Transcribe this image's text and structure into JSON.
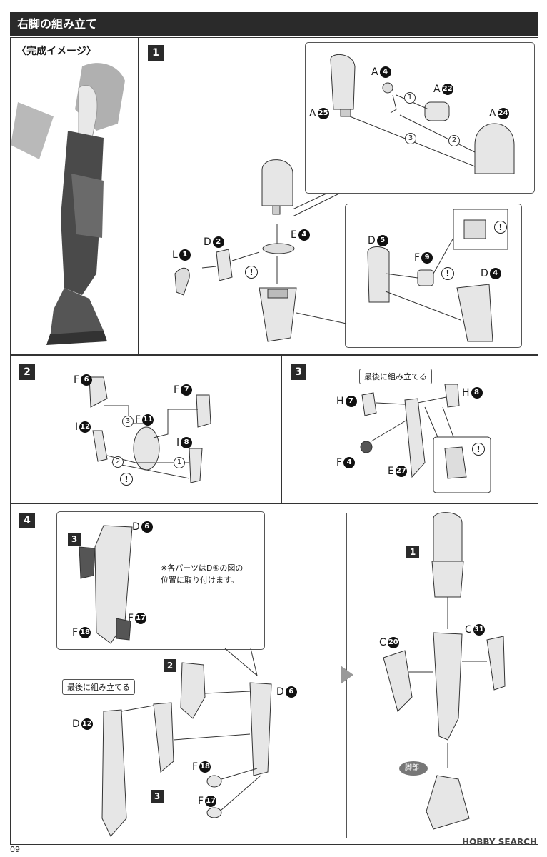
{
  "header": {
    "title": "右脚の組み立て"
  },
  "completion": {
    "label": "〈完成イメージ〉"
  },
  "steps": {
    "s1": {
      "badge": "1",
      "parts": {
        "l1": "L",
        "l1_num": "1",
        "d2": "D",
        "d2_num": "2",
        "e4": "E",
        "e4_num": "4",
        "a4": "A",
        "a4_num": "4",
        "a22": "A",
        "a22_num": "22",
        "a24": "A",
        "a24_num": "24",
        "a25": "A",
        "a25_num": "25",
        "d5": "D",
        "d5_num": "5",
        "f9": "F",
        "f9_num": "9",
        "d4": "D",
        "d4_num": "4"
      },
      "order": [
        "1",
        "2",
        "3"
      ]
    },
    "s2": {
      "badge": "2",
      "parts": {
        "f6": "F",
        "f6_num": "6",
        "f7": "F",
        "f7_num": "7",
        "f11": "F",
        "f11_num": "11",
        "i12": "I",
        "i12_num": "12",
        "i8": "I",
        "i8_num": "8"
      },
      "order": [
        "1",
        "2",
        "3"
      ]
    },
    "s3": {
      "badge": "3",
      "note": "最後に組み立てる",
      "parts": {
        "h7": "H",
        "h7_num": "7",
        "h8": "H",
        "h8_num": "8",
        "f4": "F",
        "f4_num": "4",
        "e27": "E",
        "e27_num": "27"
      }
    },
    "s4": {
      "badge": "4",
      "note": "最後に組み立てる",
      "instruction_line1": "※各パーツはD⑥の図の",
      "instruction_line2": "位置に取り付けます。",
      "sub_badges": [
        "3",
        "2",
        "3"
      ],
      "parts": {
        "d6": "D",
        "d6_num": "6",
        "f17": "F",
        "f17_num": "17",
        "f18": "F",
        "f18_num": "18",
        "d12": "D",
        "d12_num": "12"
      },
      "result": {
        "badge": "1",
        "c20": "C",
        "c20_num": "20",
        "c31": "C",
        "c31_num": "31",
        "foot_label": "脚部"
      }
    }
  },
  "caution_symbol": "!",
  "footer": {
    "page": "09",
    "watermark": "HOBBY SEARCH"
  },
  "colors": {
    "title_bg": "#2a2a2a",
    "line": "#333333",
    "part_fill": "#d9d9d9",
    "render": "#555555"
  }
}
